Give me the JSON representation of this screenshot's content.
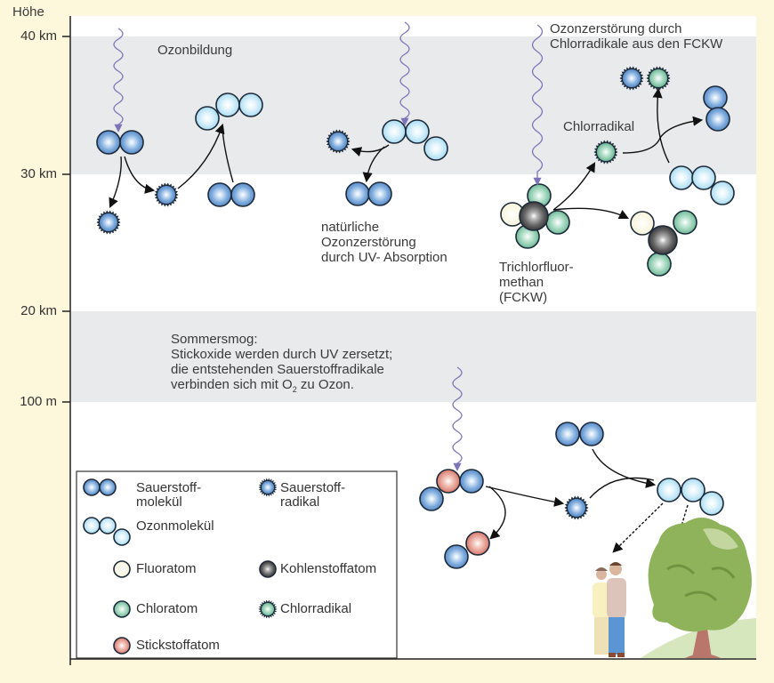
{
  "axis": {
    "title": "Höhe",
    "ticks": [
      "40 km",
      "30 km",
      "20 km",
      "100 m"
    ]
  },
  "sections": {
    "ozone_formation": {
      "title": "Ozonbildung"
    },
    "natural_destruction": {
      "caption": "natürliche\nOzonzerstörung\ndurch UV- Absorption"
    },
    "cfc_destruction": {
      "title": "Ozonzerstörung durch\nChlorradikale aus den FCKW",
      "radical_label": "Chlorradikal",
      "molecule_label": "Trichlorfluor-\nmethan\n(FCKW)"
    },
    "summer_smog": {
      "title": "Sommersmog:",
      "line1": "Stickoxide werden durch UV zersetzt;",
      "line2": "die entstehenden Sauerstoffradikale",
      "line3_pre": "verbinden sich mit O",
      "line3_sub": "2",
      "line3_post": " zu Ozon."
    }
  },
  "legend": {
    "items": [
      {
        "name": "oxygen-molecule",
        "label": "Sauerstoff-\nmolekül"
      },
      {
        "name": "oxygen-radical",
        "label": "Sauerstoff-\nradikal"
      },
      {
        "name": "ozone-molecule",
        "label": "Ozonmolekül"
      },
      {
        "name": "fluorine-atom",
        "label": "Fluoratom"
      },
      {
        "name": "carbon-atom",
        "label": "Kohlenstoffatom"
      },
      {
        "name": "chlorine-atom",
        "label": "Chloratom"
      },
      {
        "name": "chlorine-radical",
        "label": "Chlorradikal"
      },
      {
        "name": "nitrogen-atom",
        "label": "Stickstoffatom"
      }
    ]
  },
  "colors": {
    "background": "#fdf7dc",
    "band": "#e9eaec",
    "oxygen": "#6c9fd6",
    "ozone": "#bfe6f6",
    "fluorine": "#fbf8e2",
    "carbon": "#555555",
    "chlorine": "#7cc3a2",
    "nitrogen": "#e0877a",
    "uv": "#7b74b8"
  }
}
